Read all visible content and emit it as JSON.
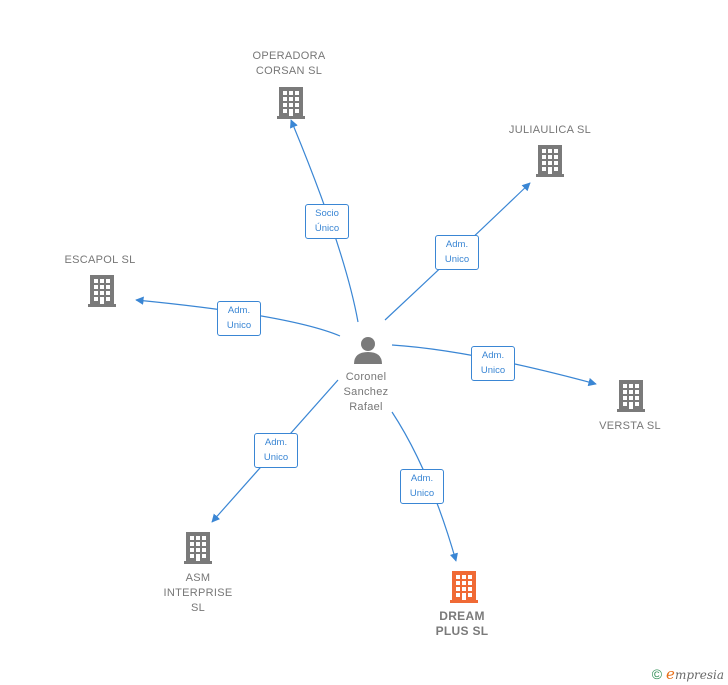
{
  "center": {
    "label": "Coronel\nSanchez\nRafael",
    "icon": "person-icon"
  },
  "companies": [
    {
      "id": "operadora",
      "label": "OPERADORA\nCORSAN  SL",
      "icon": "building-icon",
      "highlight": false
    },
    {
      "id": "juliaulica",
      "label": "JULIAULICA SL",
      "icon": "building-icon",
      "highlight": false
    },
    {
      "id": "escapol",
      "label": "ESCAPOL SL",
      "icon": "building-icon",
      "highlight": false
    },
    {
      "id": "versta",
      "label": "VERSTA  SL",
      "icon": "building-icon",
      "highlight": false
    },
    {
      "id": "asm",
      "label": "ASM\nINTERPRISE\nSL",
      "icon": "building-icon",
      "highlight": false
    },
    {
      "id": "dream",
      "label": "DREAM\nPLUS  SL",
      "icon": "building-icon",
      "highlight": true
    }
  ],
  "edges": [
    {
      "to": "operadora",
      "label": "Socio\nÚnico"
    },
    {
      "to": "juliaulica",
      "label": "Adm.\nUnico"
    },
    {
      "to": "escapol",
      "label": "Adm.\nUnico"
    },
    {
      "to": "versta",
      "label": "Adm.\nUnico"
    },
    {
      "to": "asm",
      "label": "Adm.\nUnico"
    },
    {
      "to": "dream",
      "label": "Adm.\nUnico"
    }
  ],
  "colors": {
    "edge": "#3a86d4",
    "building": "#7a7a7a",
    "highlight": "#f06a35",
    "person": "#7a7a7a"
  },
  "footer": {
    "copyright": "©",
    "brand_initial": "e",
    "brand_rest": "mpresia"
  }
}
